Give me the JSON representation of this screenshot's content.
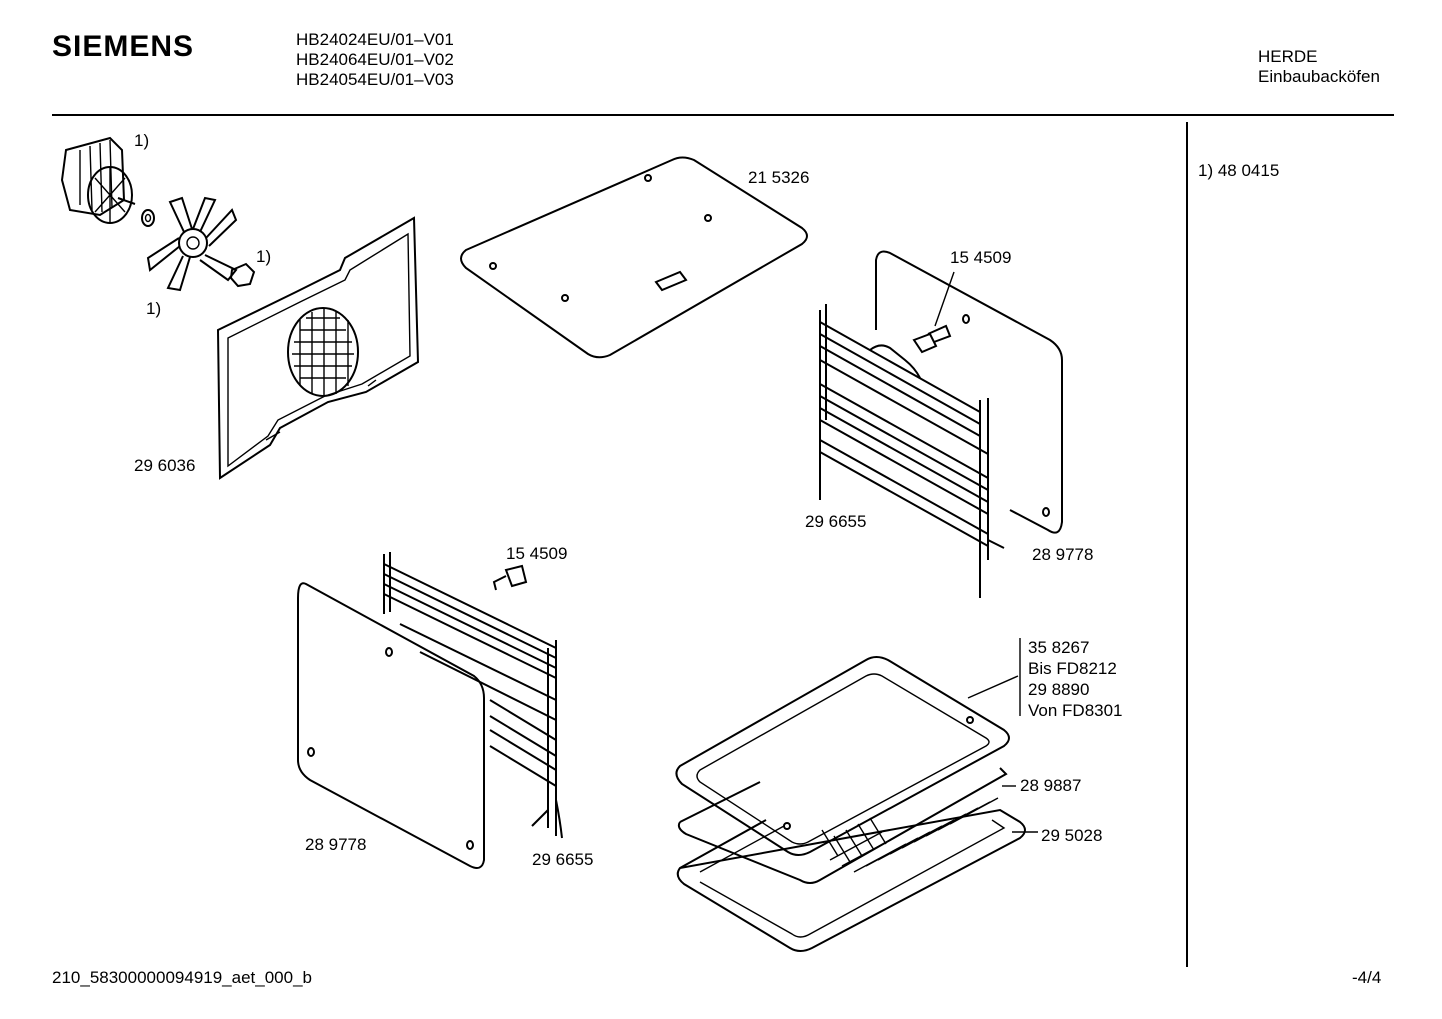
{
  "header": {
    "brand": "SIEMENS",
    "models": [
      "HB24024EU/01–V01",
      "HB24064EU/01–V02",
      "HB24054EU/01–V03"
    ],
    "category": [
      "HERDE",
      "Einbaubacköfen"
    ]
  },
  "footnote": "1) 48 0415",
  "parts": {
    "motor_note": "1)",
    "fan_note": "1)",
    "nut_note": "1)",
    "back_panel": "29 6036",
    "top_cover": "21 5326",
    "screw_right": "15 4509",
    "rack_right": "29 6655",
    "panel_right": "28 9778",
    "screw_left": "15 4509",
    "panel_left": "28 9778",
    "rack_left": "29 6655",
    "tray_lines": [
      "35 8267",
      "Bis FD8212",
      "29 8890",
      "Von FD8301"
    ],
    "grid": "28 9887",
    "pan": "29 5028"
  },
  "footer": {
    "doc_id": "210_58300000094919_aet_000_b",
    "page": "-4/4"
  }
}
